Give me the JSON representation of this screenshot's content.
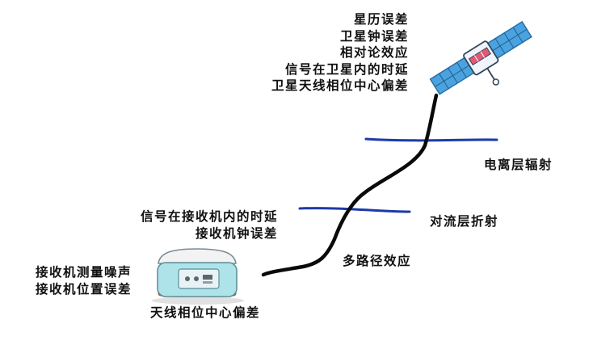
{
  "satellite_errors": [
    "星历误差",
    "卫星钟误差",
    "相对论效应",
    "信号在卫星内的时延",
    "卫星天线相位中心偏差"
  ],
  "ionosphere_label": "电离层辐射",
  "troposphere_label": "对流层折射",
  "multipath_label": "多路径效应",
  "receiver_errors_upper": [
    "信号在接收机内的时延",
    "接收机钟误差"
  ],
  "receiver_errors_left": [
    "接收机测量噪声",
    "接收机位置误差"
  ],
  "receiver_antenna_label": "天线相位中心偏差",
  "colors": {
    "signal_path": "#0a0a0a",
    "atmosphere_layer": "#1c3aa8",
    "solar_panel": "#4aa3df",
    "satellite_body": "#f0f5fa",
    "satellite_band": "#e05a77",
    "receiver_base": "#aee3ea",
    "receiver_handle": "#f08a3c"
  }
}
